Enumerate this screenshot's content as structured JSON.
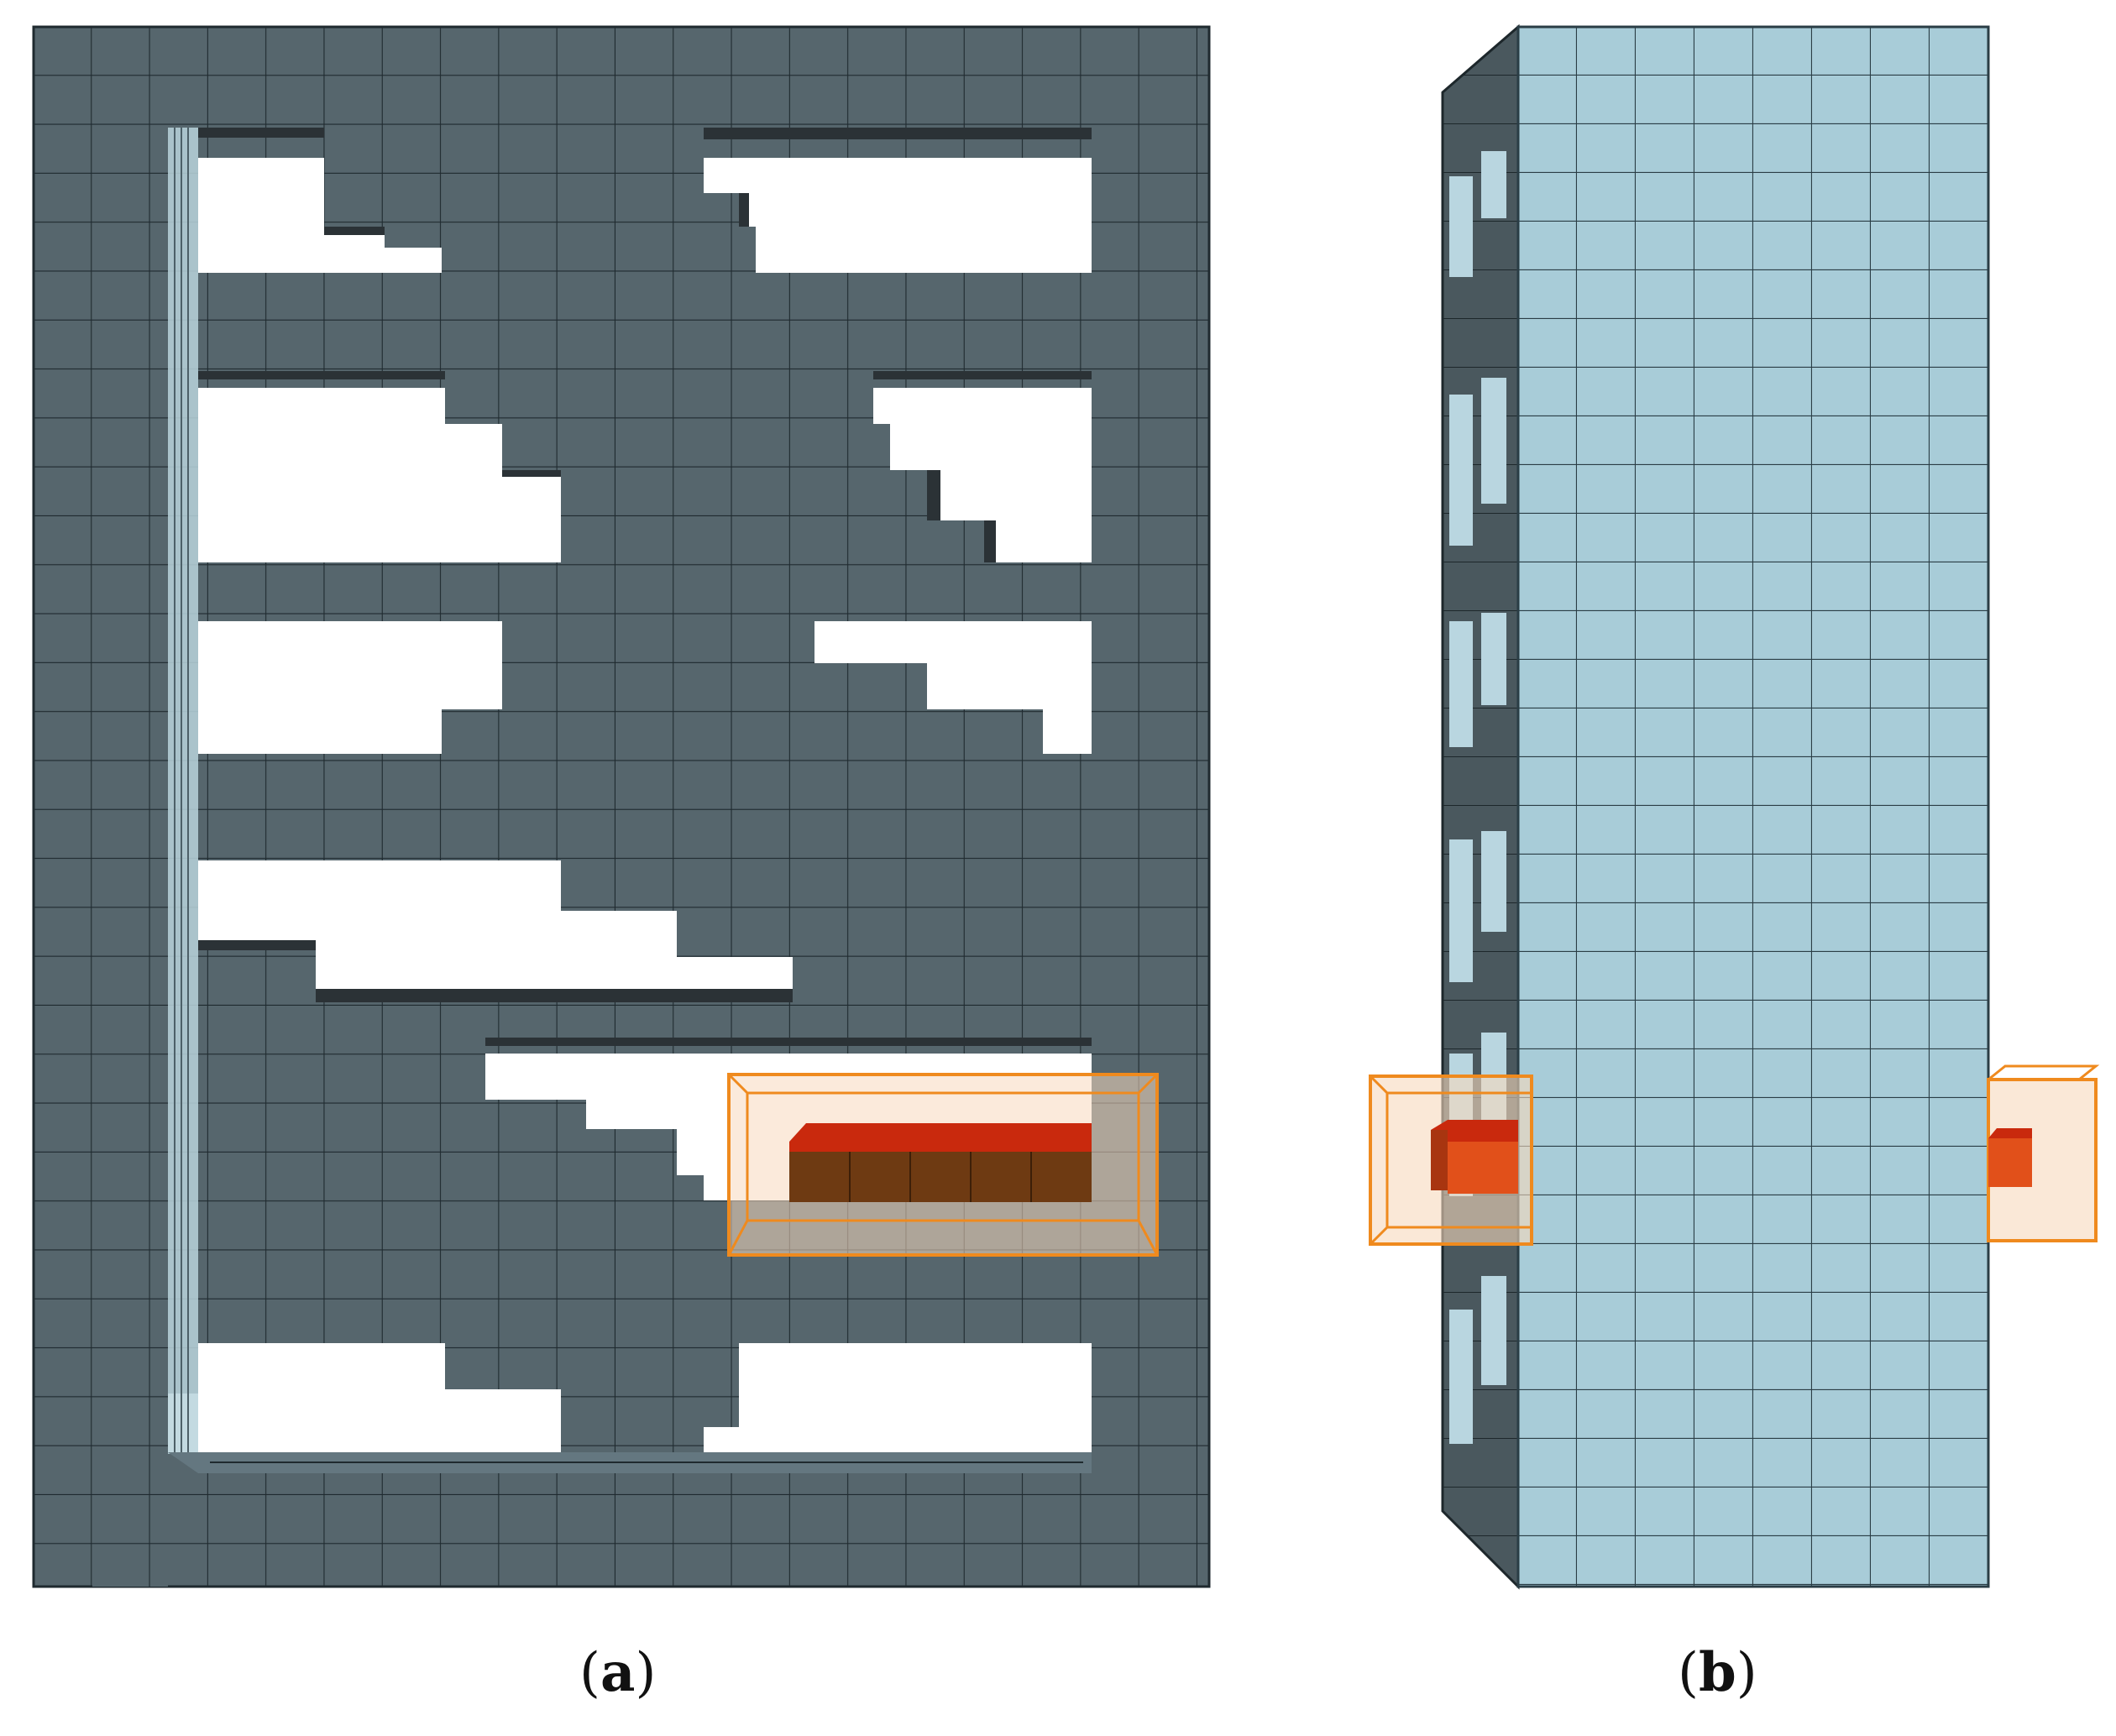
{
  "captions": {
    "a": "a",
    "b": "b"
  },
  "colors": {
    "background": "#ffffff",
    "structure_dark": "#56666d",
    "grid_line": "#1f2a2f",
    "structure_light": "#a8ccd8",
    "shadow": "#2b3236",
    "highlight_red": "#c9290d",
    "highlight_brown": "#6e3a12",
    "bbox_orange": "#ef8a1e",
    "bbox_fill": "#f7d9bd"
  },
  "icons": {
    "panel_a": "voxel-frame-front-view",
    "panel_b": "voxel-frame-side-view",
    "marker": "highlighted-voxel-block"
  }
}
